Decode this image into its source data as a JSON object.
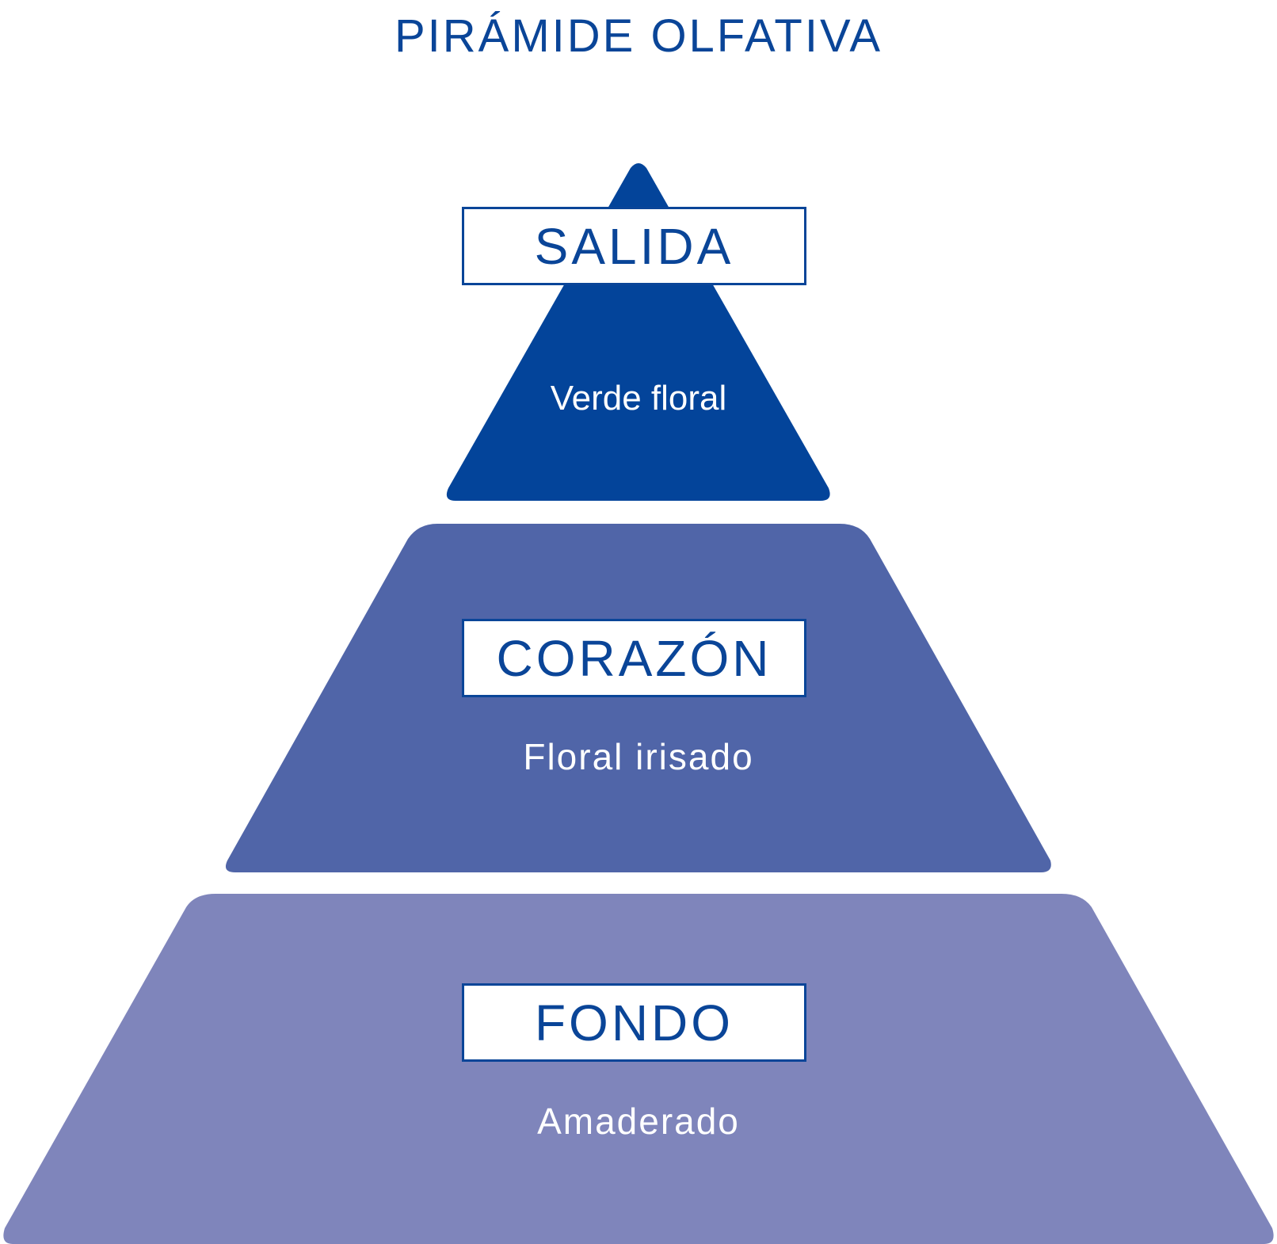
{
  "title": "PIRÁMIDE OLFATIVA",
  "colors": {
    "top": "#03449a",
    "middle": "#5065a8",
    "base": "#7f85bb",
    "accent": "#0a4598"
  },
  "levels": [
    {
      "label": "SALIDA",
      "description": "Verde floral"
    },
    {
      "label": "CORAZÓN",
      "description": "Floral irisado"
    },
    {
      "label": "FONDO",
      "description": "Amaderado"
    }
  ]
}
